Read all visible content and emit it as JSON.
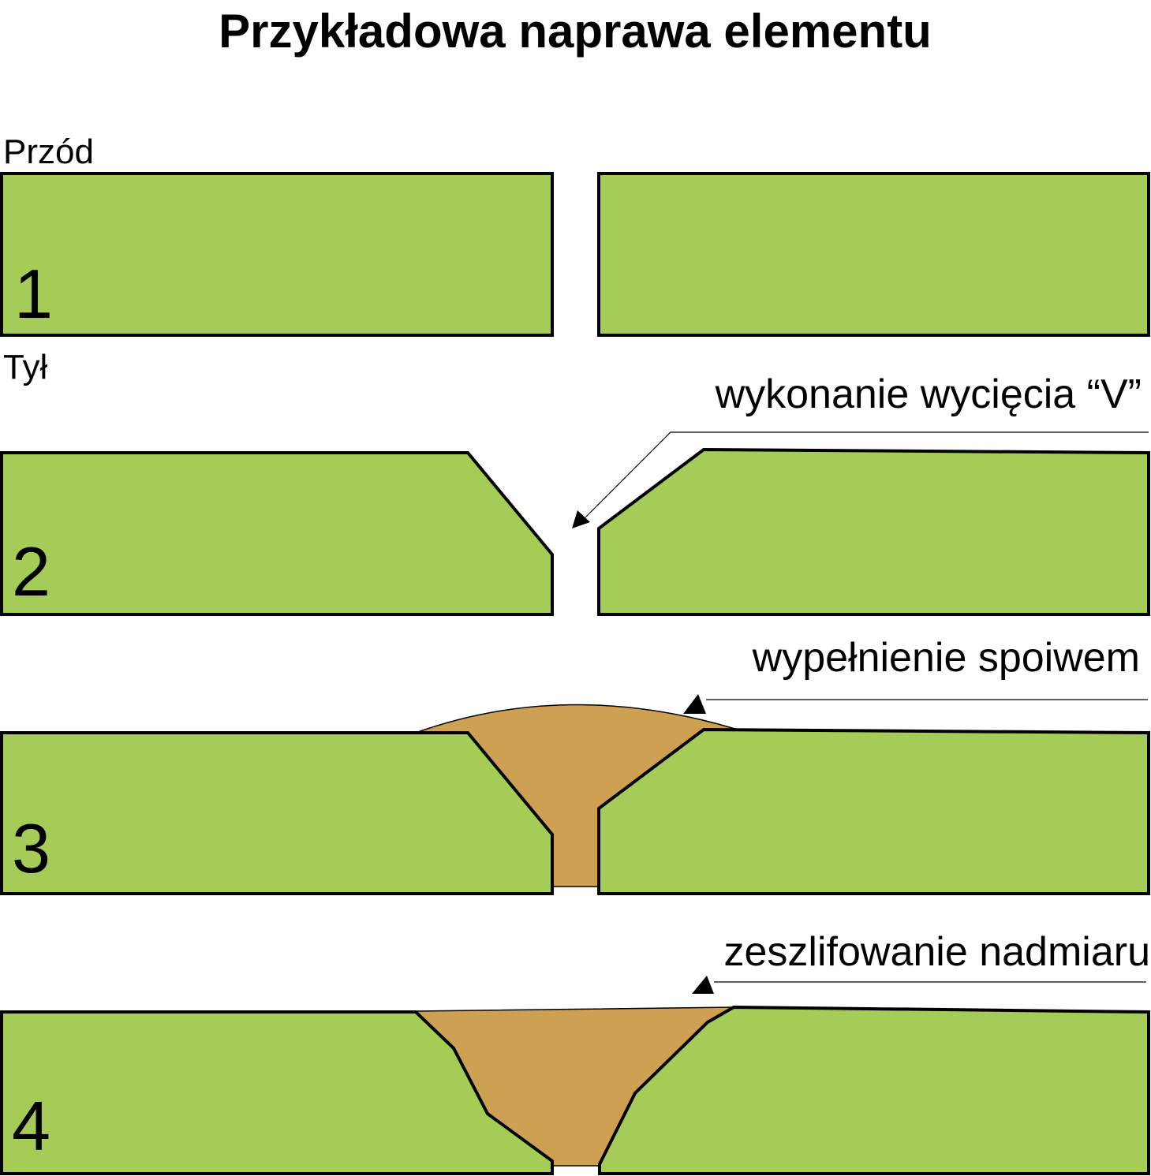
{
  "title": "Przykładowa naprawa elementu",
  "labels": {
    "front": "Przód",
    "back": "Tył"
  },
  "steps": [
    {
      "number": "1",
      "annotation": ""
    },
    {
      "number": "2",
      "annotation": "wykonanie wycięcia “V”"
    },
    {
      "number": "3",
      "annotation": "wypełnienie spoiwem"
    },
    {
      "number": "4",
      "annotation": "zeszlifowanie nadmiaru"
    }
  ],
  "colors": {
    "plate": "#a4cc56",
    "weld": "#cda052",
    "outline": "#000000"
  }
}
